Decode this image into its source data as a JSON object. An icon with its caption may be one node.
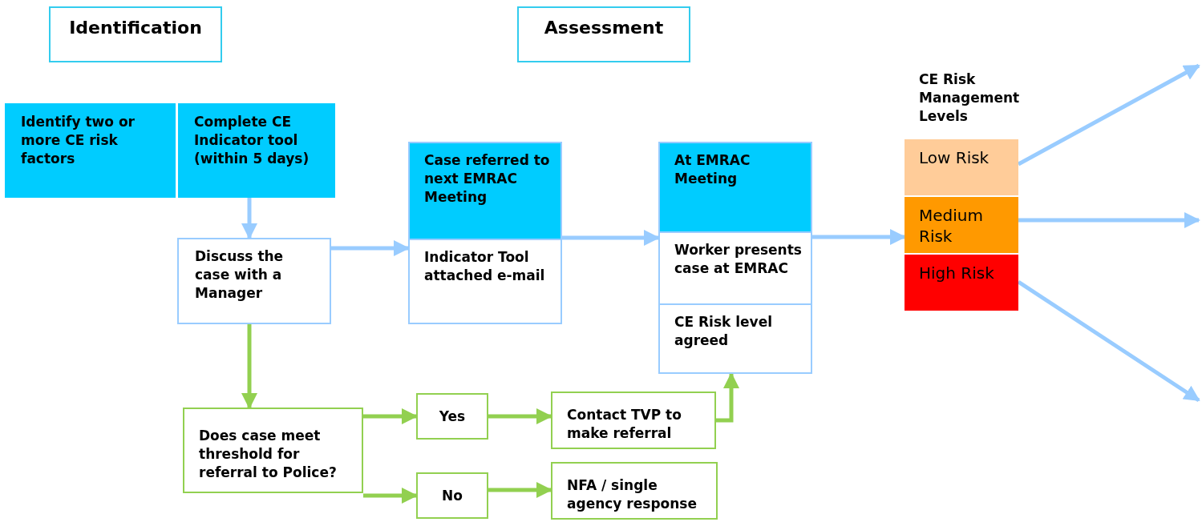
{
  "diagram": {
    "nodes": [
      {
        "text": [
          "Identification"
        ]
      },
      {
        "text": [
          "Assessment"
        ]
      },
      {
        "text": [
          "Identify two or more CE  risk factors"
        ]
      },
      {
        "text": [
          "Complete CE Indicator tool (within 5 days)"
        ]
      },
      {
        "text": [
          "Discuss the case with a Manager"
        ]
      },
      {
        "text": [
          "Case referred to next EMRAC Meeting",
          "Indicator Tool attached e-mail"
        ]
      },
      {
        "text": [
          "At EMRAC Meeting",
          "Worker presents case at EMRAC",
          "CE Risk level agreed"
        ]
      },
      {
        "text": [
          "CE Risk Management Levels"
        ]
      },
      {
        "text": [
          "Low Risk"
        ],
        "in": 7
      },
      {
        "text": [
          "Medium Risk"
        ],
        "in": 7
      },
      {
        "text": [
          "High Risk"
        ],
        "in": 7
      },
      {
        "text": [
          "Does case meet threshold for referral to Police?"
        ]
      },
      {
        "text": [
          "Yes"
        ]
      },
      {
        "text": [
          "No"
        ]
      },
      {
        "text": [
          "Contact TVP to make referral"
        ]
      },
      {
        "text": [
          "NFA / single agency response"
        ]
      }
    ],
    "edges": [
      {
        "from": 3,
        "to": 4,
        "arrow": "to"
      },
      {
        "from": 4,
        "to": 5,
        "arrow": "to"
      },
      {
        "from": 5,
        "to": 6,
        "arrow": "to"
      },
      {
        "from": 6,
        "to": 7,
        "arrow": "to"
      },
      {
        "from": 8,
        "to": null,
        "arrow": "to"
      },
      {
        "from": 9,
        "to": null,
        "arrow": "to"
      },
      {
        "from": 10,
        "to": null,
        "arrow": "to"
      },
      {
        "from": 4,
        "to": 11,
        "arrow": "to",
        "color": "#92d050"
      },
      {
        "from": 11,
        "to": 12,
        "arrow": "to",
        "color": "#92d050"
      },
      {
        "from": 11,
        "to": 13,
        "arrow": "to",
        "color": "#92d050"
      },
      {
        "from": 12,
        "to": 14,
        "arrow": "to",
        "color": "#92d050"
      },
      {
        "from": 13,
        "to": 15,
        "arrow": "to",
        "color": "#92d050"
      },
      {
        "from": 14,
        "to": 6,
        "arrow": "to",
        "color": "#92d050"
      }
    ]
  }
}
